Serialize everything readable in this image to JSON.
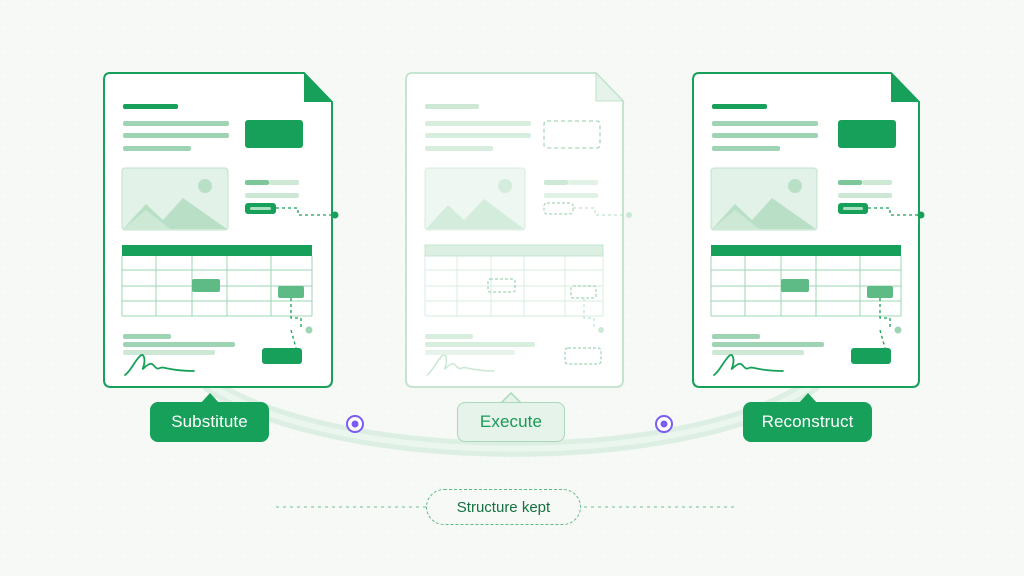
{
  "colors": {
    "accent": "#16a059",
    "accent_light": "#a9d8b9",
    "node_purple": "#7b5cf0",
    "background": "#f6f9f6"
  },
  "stages": [
    {
      "label": "Substitute",
      "state": "original"
    },
    {
      "label": "Execute",
      "state": "placeholder"
    },
    {
      "label": "Reconstruct",
      "state": "restored"
    }
  ],
  "footer": {
    "label": "Structure kept"
  },
  "icons": [
    "document-icon",
    "image-placeholder-icon",
    "signature-icon",
    "flow-node-icon"
  ]
}
